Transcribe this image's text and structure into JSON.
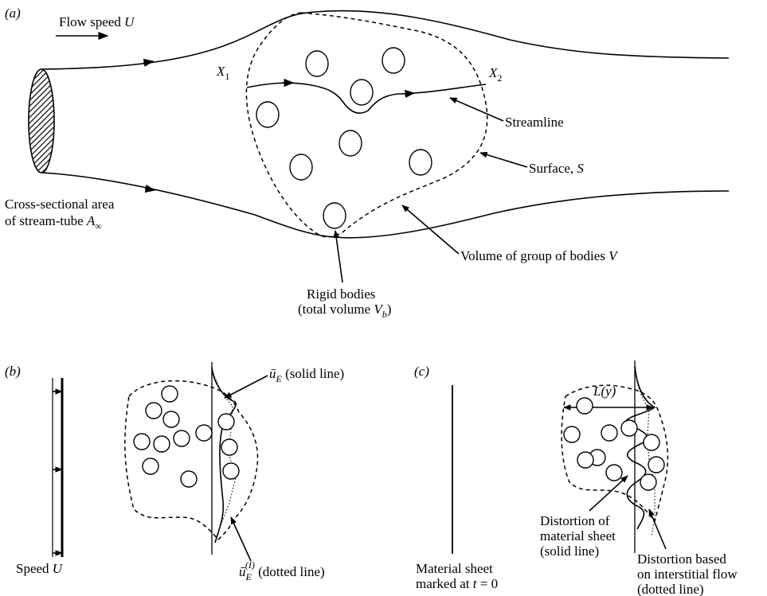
{
  "panel_a": {
    "label": "(a)",
    "flow_speed": "Flow speed",
    "flow_speed_sym": "U",
    "x1": "X",
    "x1_sub": "1",
    "x2": "X",
    "x2_sub": "2",
    "streamline": "Streamline",
    "surface": "Surface, ",
    "surface_sym": "S",
    "cross_line1": "Cross-sectional area",
    "cross_line2": "of stream-tube ",
    "cross_sym": "A",
    "cross_sub": "∞",
    "volume": "Volume of group of bodies ",
    "volume_sym": "V",
    "rigid_line1": "Rigid bodies",
    "rigid_line2": "(total volume ",
    "rigid_sym": "V",
    "rigid_sub": "b",
    "rigid_close": ")"
  },
  "panel_b": {
    "label": "(b)",
    "speed": "Speed ",
    "speed_sym": "U",
    "ue_sym": "ū",
    "ue_sub": "E",
    "ue_text": " (solid line)",
    "uei_sym": "ū",
    "uei_sub": "E",
    "uei_sup": "(I)",
    "uei_text": " (dotted line)"
  },
  "panel_c": {
    "label": "(c)",
    "ly": "L(y)",
    "sheet_line1": "Material sheet",
    "sheet_line2": "marked at ",
    "sheet_t": "t",
    "sheet_eq": " = 0",
    "dist_line1": "Distortion of",
    "dist_line2": "material sheet",
    "dist_line3": "(solid line)",
    "inter_line1": "Distortion based",
    "inter_line2": "on interstitial flow",
    "inter_line3": "(dotted line)"
  },
  "icons": {
    "arrowhead": "arrowhead-icon"
  }
}
